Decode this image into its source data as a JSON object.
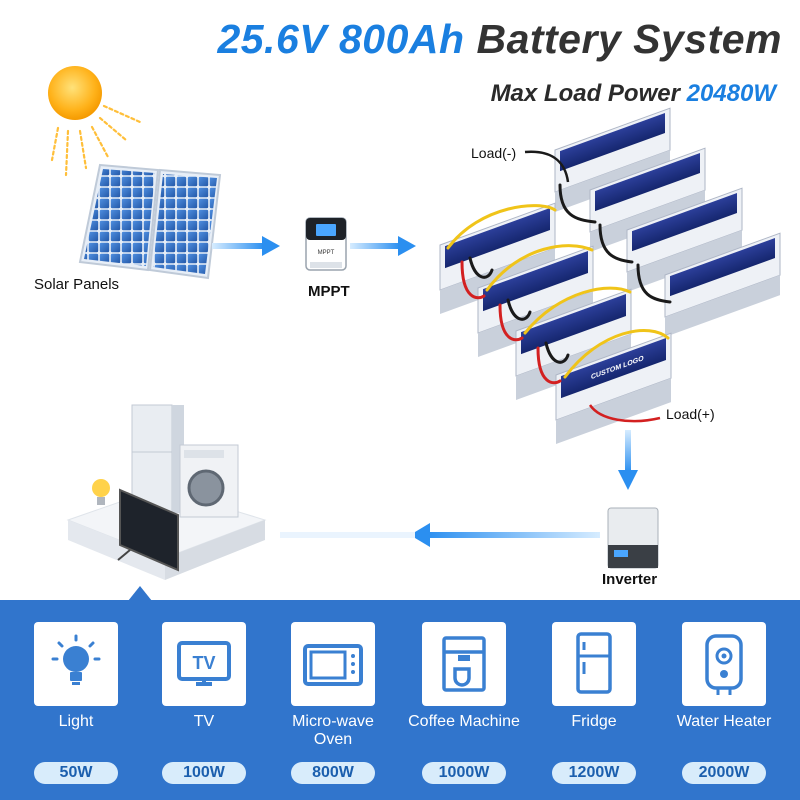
{
  "header": {
    "title_part1": "25.6V 800Ah",
    "title_part2": "Battery System",
    "subtitle_part1": "Max Load Power",
    "subtitle_part2": "20480W"
  },
  "diagram": {
    "solar_panels": "Solar Panels",
    "mppt": "MPPT",
    "mppt_screen_text": "MPPT",
    "battery_logo_text": "CUSTOM LOGO",
    "load_minus": "Load(-)",
    "load_plus": "Load(+)",
    "inverter": "Inverter"
  },
  "appliances": [
    {
      "label": "Light",
      "watt": "50W",
      "icon": "light-bulb-icon"
    },
    {
      "label": "TV",
      "watt": "100W",
      "icon": "tv-icon",
      "icon_text": "TV"
    },
    {
      "label": "Micro-wave\nOven",
      "watt": "800W",
      "icon": "microwave-icon"
    },
    {
      "label": "Coffee Machine",
      "watt": "1000W",
      "icon": "coffee-machine-icon"
    },
    {
      "label": "Fridge",
      "watt": "1200W",
      "icon": "fridge-icon"
    },
    {
      "label": "Water Heater",
      "watt": "2000W",
      "icon": "water-heater-icon"
    }
  ],
  "colors": {
    "accent": "#1a7fe0",
    "band": "#3175cc",
    "pill_bg": "#d8ecfb",
    "pill_text": "#1b5fae",
    "icon_blue": "#3a80d2",
    "cable_red": "#d32020",
    "cable_yellow": "#f0c419"
  }
}
